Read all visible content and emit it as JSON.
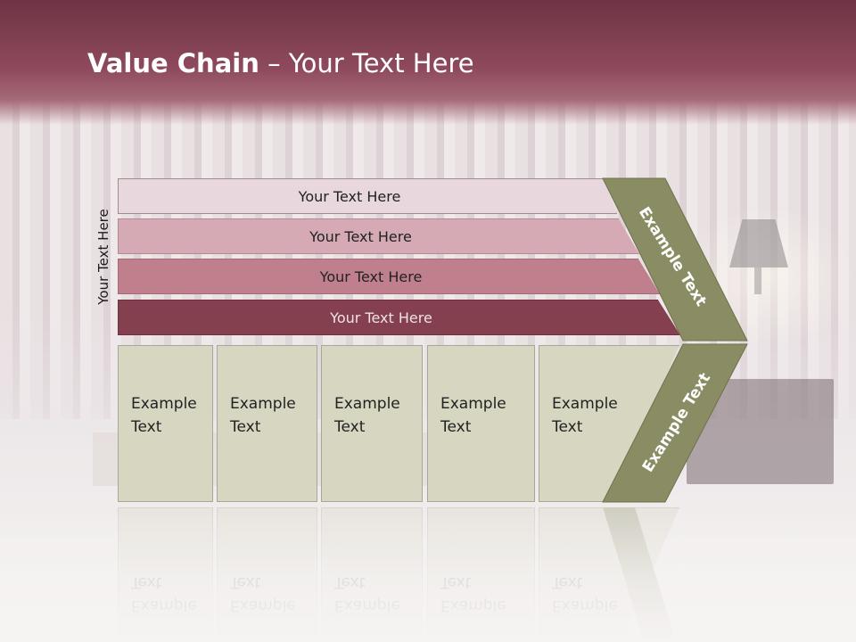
{
  "slide": {
    "title_bold": "Value Chain",
    "title_rest": " – Your Text Here",
    "side_label": "Your Text Here"
  },
  "rows": [
    {
      "label": "Your Text Here"
    },
    {
      "label": "Your Text Here"
    },
    {
      "label": "Your Text Here"
    },
    {
      "label": "Your Text Here"
    }
  ],
  "boxes": [
    {
      "line1": "Example",
      "line2": "Text"
    },
    {
      "line1": "Example",
      "line2": "Text"
    },
    {
      "line1": "Example",
      "line2": "Text"
    },
    {
      "line1": "Example",
      "line2": "Text"
    },
    {
      "line1": "Example",
      "line2": "Text"
    }
  ],
  "chevron": {
    "upper_text": "Example Text",
    "lower_text": "Example Text"
  },
  "colors": {
    "header_band": "#7e3a4c",
    "row1": "#e8d7dc",
    "row2": "#d5aab5",
    "row3": "#c07f8d",
    "row4": "#84404f",
    "box_fill": "#d6d6c1",
    "chevron_fill": "#8a8d63"
  }
}
